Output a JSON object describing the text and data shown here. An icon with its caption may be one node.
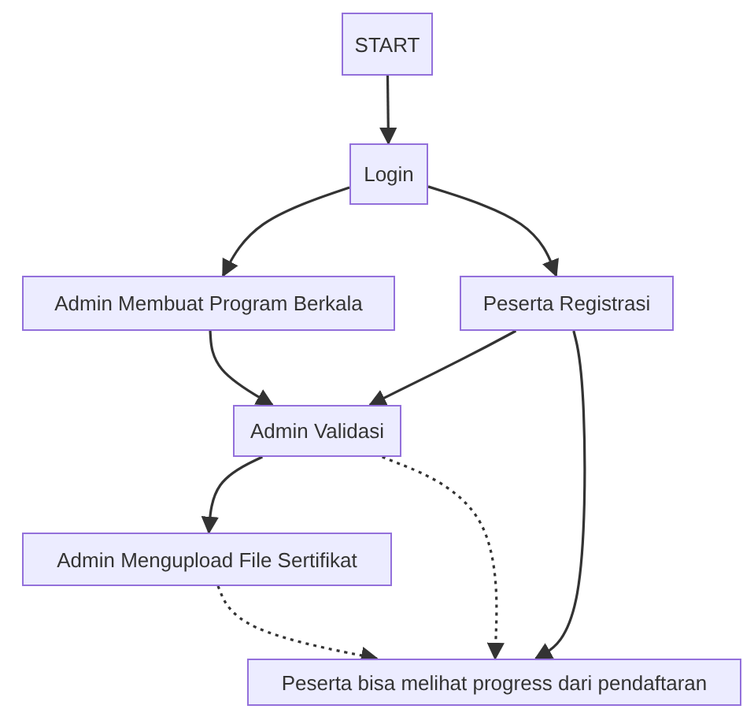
{
  "diagram": {
    "nodes": [
      {
        "text": [
          "START"
        ]
      },
      {
        "text": [
          "Login"
        ]
      },
      {
        "text": [
          "Admin Membuat Program Berkala"
        ]
      },
      {
        "text": [
          "Peserta Registrasi"
        ]
      },
      {
        "text": [
          "Admin Validasi"
        ]
      },
      {
        "text": [
          "Admin Mengupload File Sertifikat"
        ]
      },
      {
        "text": [
          "Peserta bisa melihat progress dari pendaftaran"
        ]
      }
    ],
    "edges": [
      {
        "from": 0,
        "to": 1,
        "arrow": "to"
      },
      {
        "from": 1,
        "to": 2,
        "arrow": "to"
      },
      {
        "from": 1,
        "to": 3,
        "arrow": "to"
      },
      {
        "from": 2,
        "to": 4,
        "arrow": "to"
      },
      {
        "from": 3,
        "to": 4,
        "arrow": "to"
      },
      {
        "from": 3,
        "to": 6,
        "arrow": "to"
      },
      {
        "from": 4,
        "to": 5,
        "arrow": "to"
      },
      {
        "from": 4,
        "to": 6,
        "arrow": "to",
        "style": "dashed"
      },
      {
        "from": 5,
        "to": 6,
        "arrow": "to",
        "style": "dashed"
      }
    ]
  }
}
